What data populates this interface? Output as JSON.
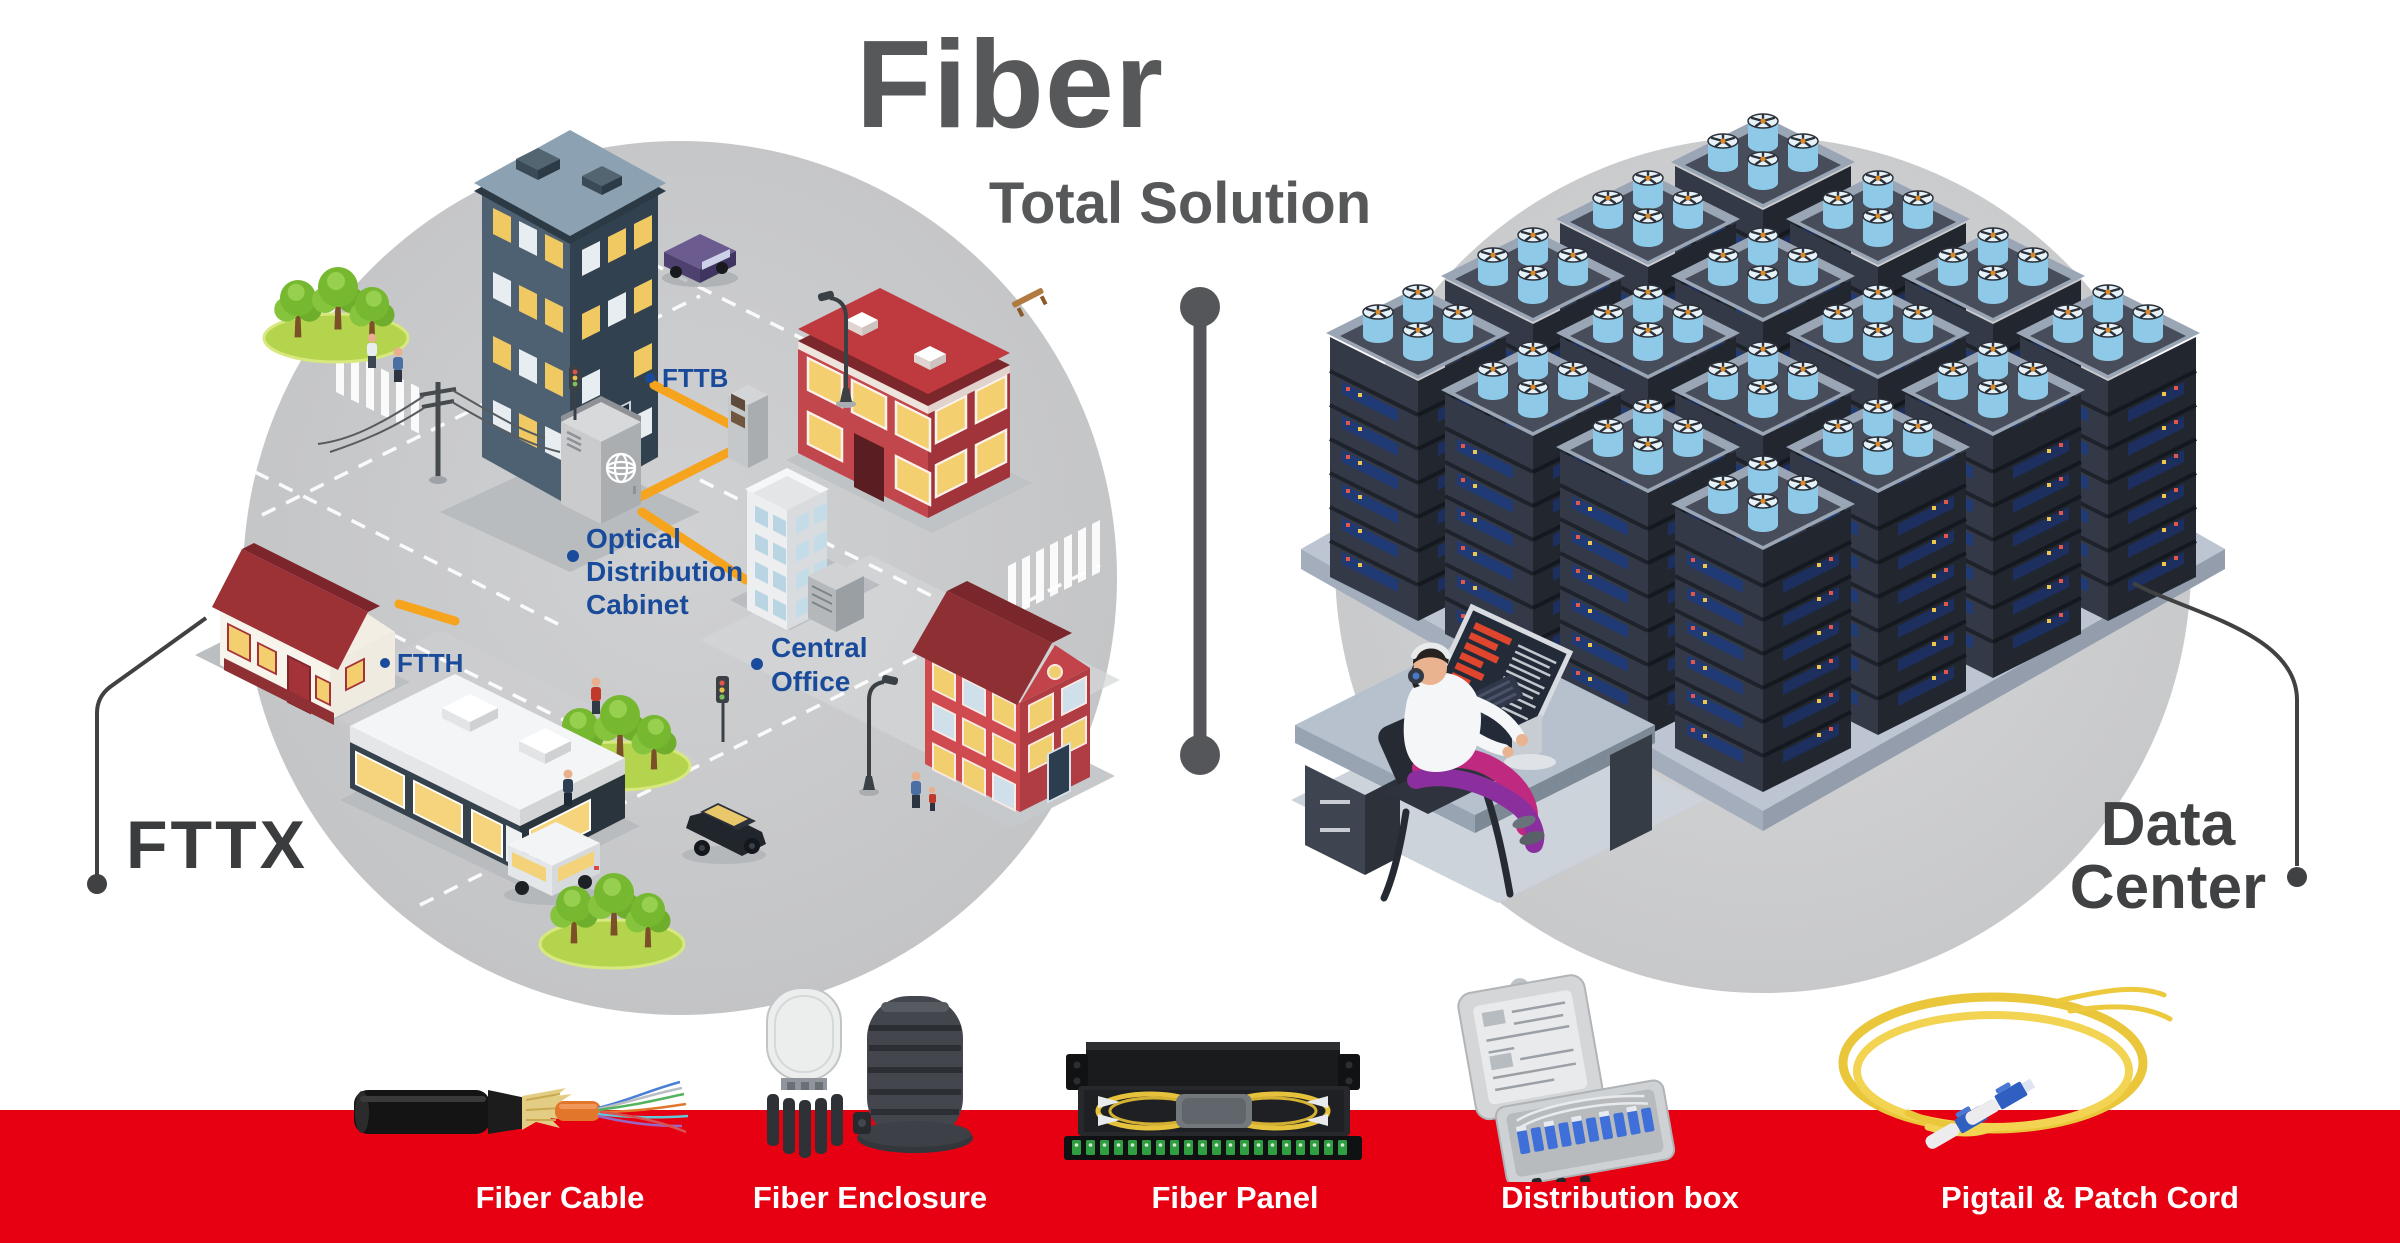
{
  "title": {
    "main": "Fiber",
    "subtitle": "Total Solution"
  },
  "fttx_scene": {
    "label": "FTTX",
    "fttb_label": "FTTB",
    "ftth_label": "FTTH",
    "odc_label": {
      "line1": "Optical",
      "line2": "Distribution",
      "line3": "Cabinet"
    },
    "central_office_label": {
      "line1": "Central",
      "line2": "Office"
    }
  },
  "data_center_scene": {
    "label": {
      "line1": "Data",
      "line2": "Center"
    }
  },
  "products": [
    {
      "label": "Fiber Cable"
    },
    {
      "label": "Fiber Enclosure"
    },
    {
      "label": "Fiber Panel"
    },
    {
      "label": "Distribution box"
    },
    {
      "label": "Pigtail & Patch Cord"
    }
  ],
  "colors": {
    "band_red": "#e60012",
    "title_gray": "#57585a",
    "label_blue": "#1a4b9b",
    "fiber_yellow": "#f6a41d",
    "connector_gray": "#3f4143"
  }
}
